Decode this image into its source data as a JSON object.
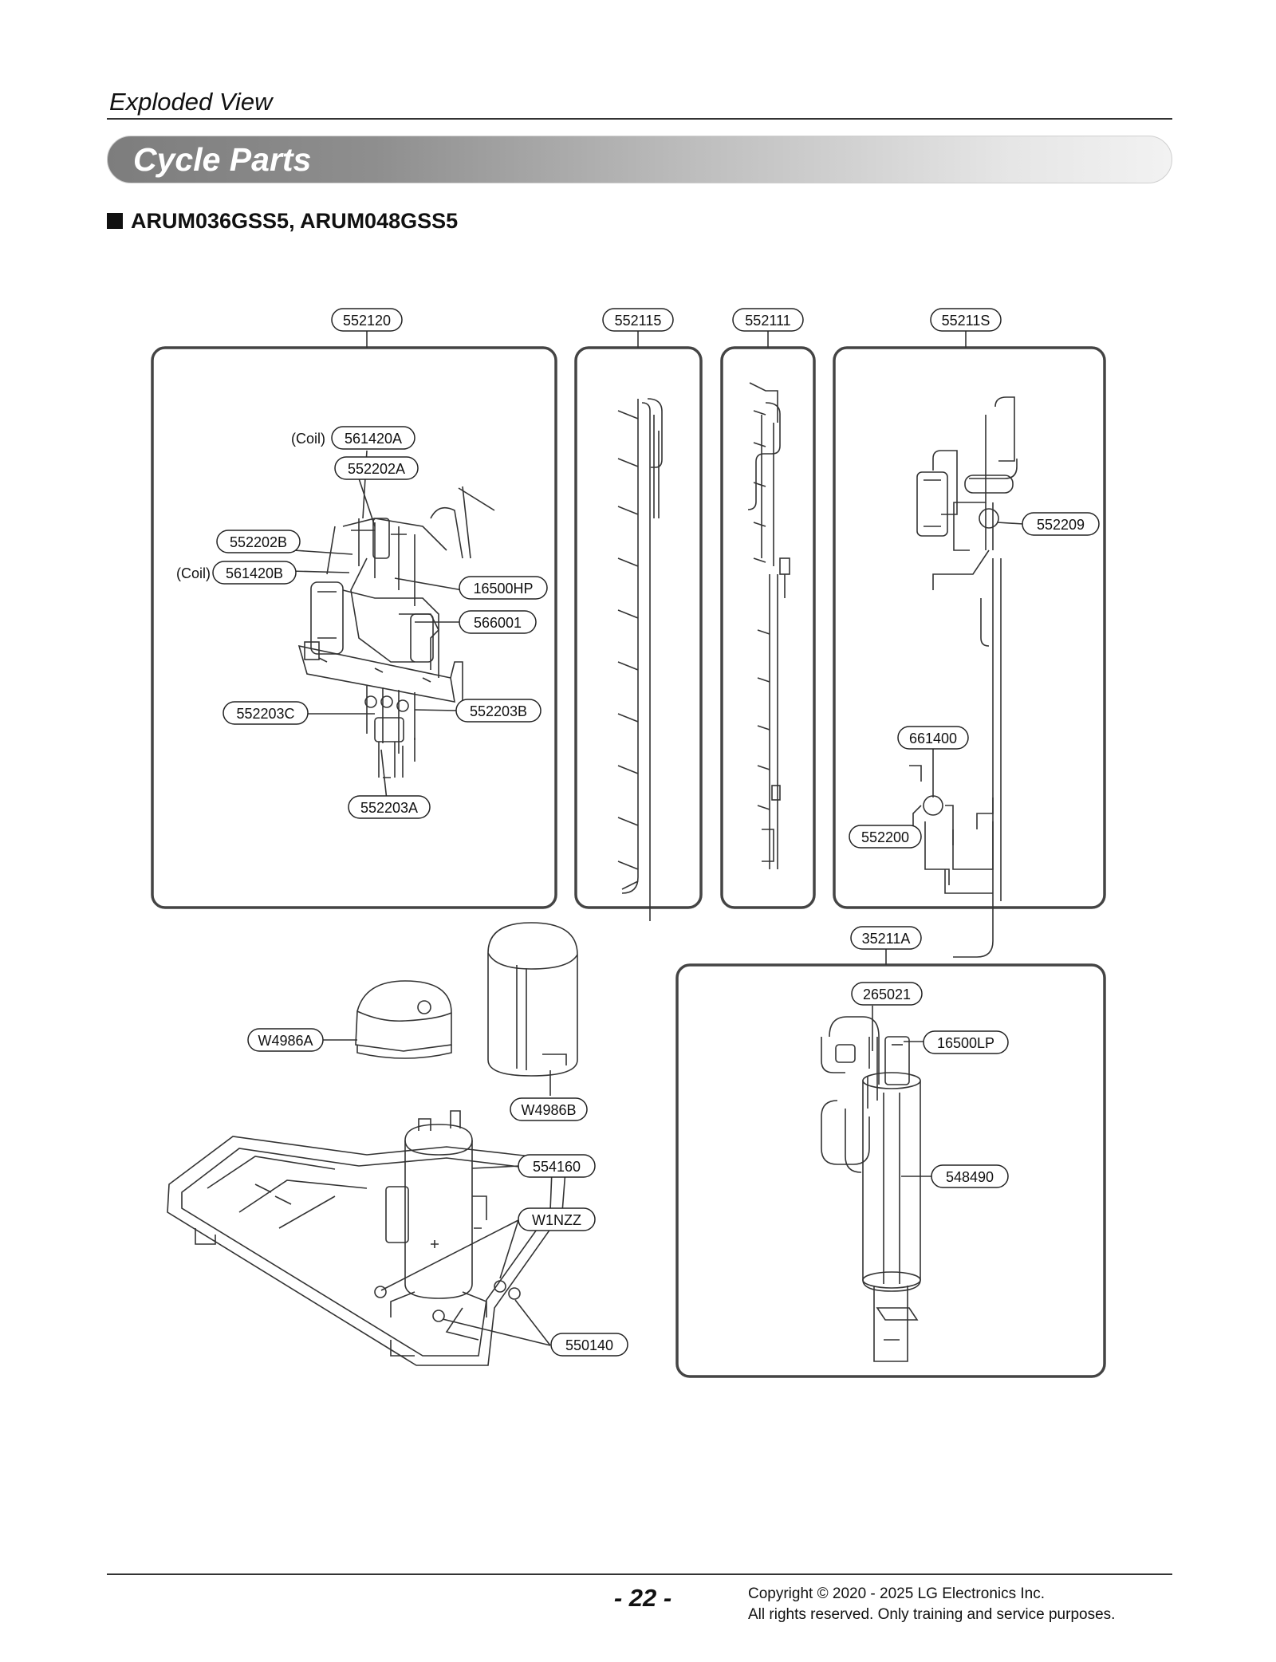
{
  "header": {
    "section": "Exploded View",
    "banner_title": "Cycle Parts",
    "model_heading": "ARUM036GSS5, ARUM048GSS5"
  },
  "diagram": {
    "panel_headers": [
      "552120",
      "552115",
      "552111",
      "55211S",
      "35211A"
    ],
    "labels": [
      "552120",
      "552115",
      "552111",
      "55211S",
      "561420A",
      "552202A",
      "552202B",
      "561420B",
      "16500HP",
      "566001",
      "552203C",
      "552203B",
      "552203A",
      "552209",
      "661400",
      "552200",
      "35211A",
      "265021",
      "16500LP",
      "548490",
      "W4986A",
      "W4986B",
      "554160",
      "W1NZZ",
      "550140"
    ],
    "prefixes": {
      "coil_1": "(Coil)",
      "coil_2": "(Coil)"
    }
  },
  "footer": {
    "page_number": "- 22 -",
    "copyright_line1": "Copyright © 2020 - 2025 LG Electronics Inc.",
    "copyright_line2": "All rights reserved. Only training and service purposes."
  }
}
